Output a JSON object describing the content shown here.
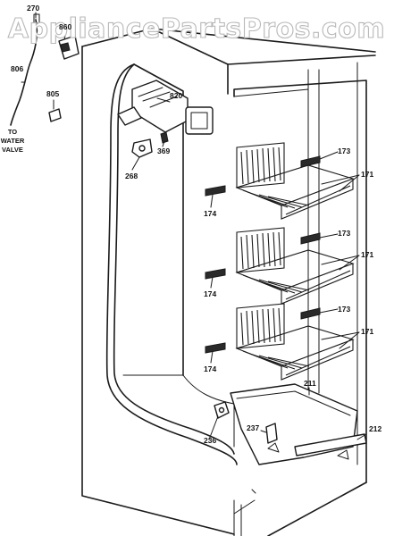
{
  "watermark": "AppliancePartsPros.com",
  "water_note": [
    "TO",
    "WATER",
    "VALVE"
  ],
  "callouts": {
    "c270": "270",
    "c860": "860",
    "c806": "806",
    "c805": "805",
    "c820": "820",
    "c369": "369",
    "c268": "268",
    "c173a": "173",
    "c171a": "171",
    "c174a": "174",
    "c173b": "173",
    "c171b": "171",
    "c174b": "174",
    "c173c": "173",
    "c171c": "171",
    "c174c": "174",
    "c211": "211",
    "c236": "236",
    "c237": "237",
    "c212": "212"
  }
}
